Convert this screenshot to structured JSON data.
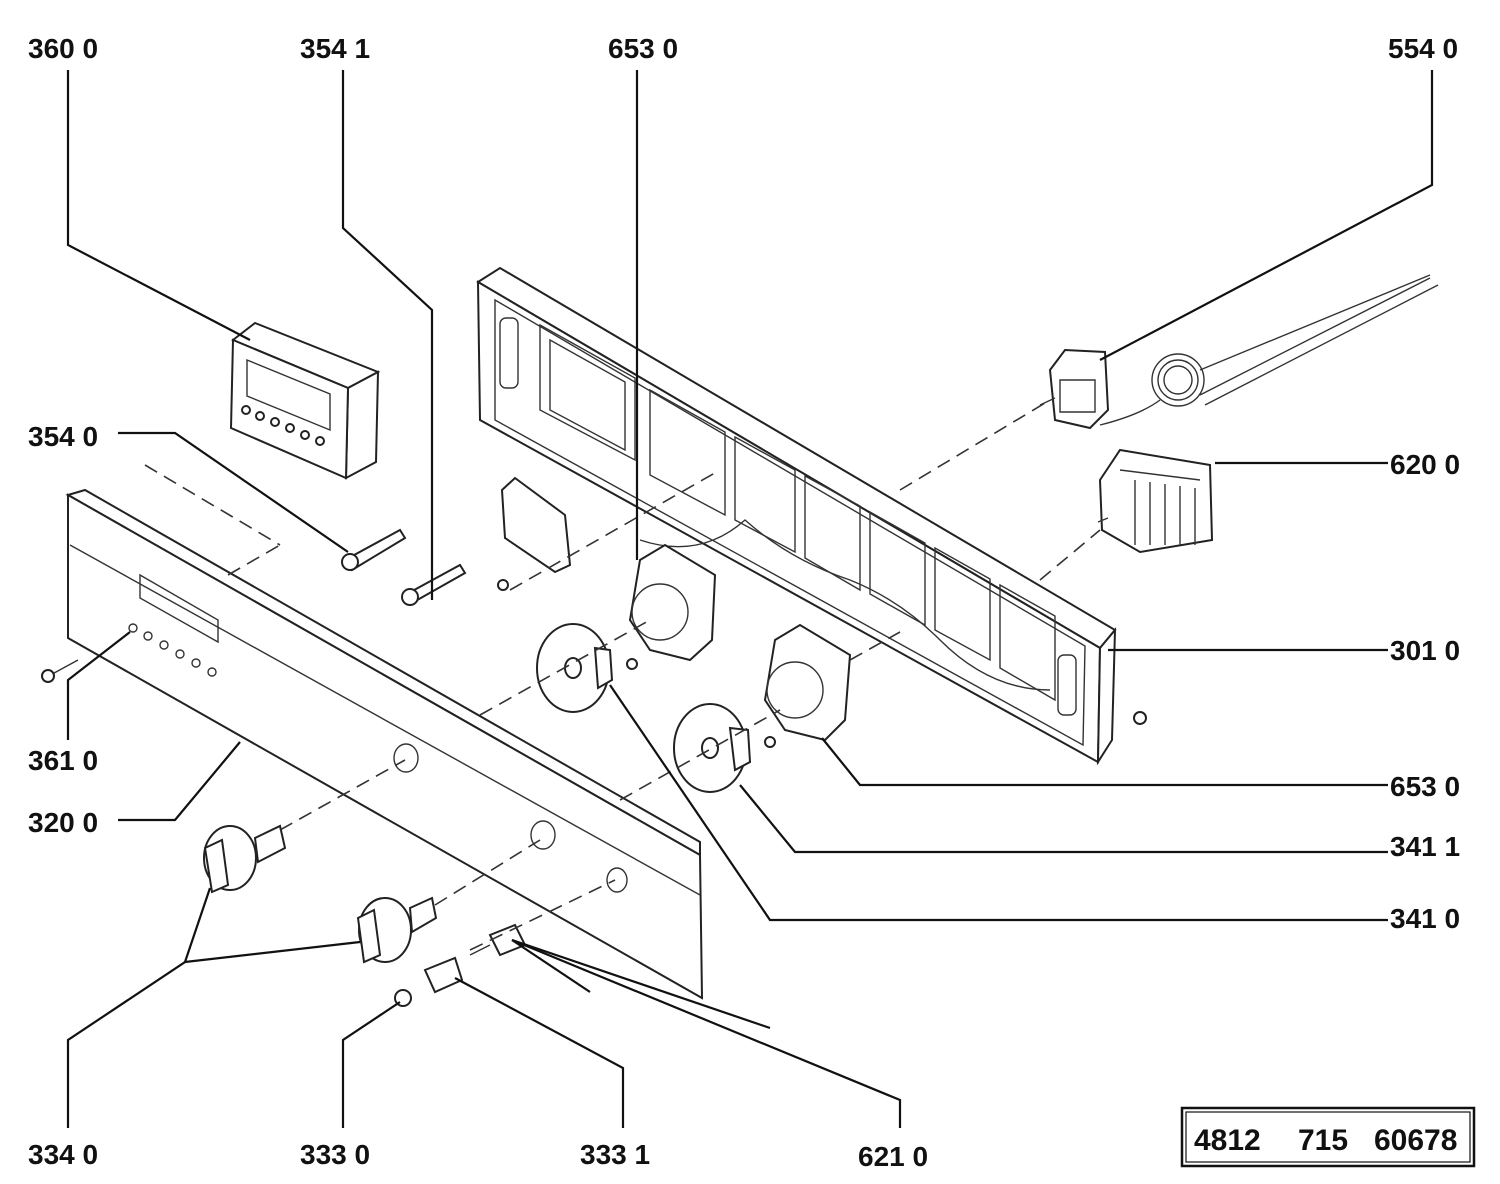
{
  "labels": {
    "l3600": "360 0",
    "l3541": "354 1",
    "l6530_top": "653 0",
    "l5540": "554 0",
    "l3540": "354 0",
    "l6200": "620 0",
    "l3010": "301 0",
    "l3610": "361 0",
    "l3200": "320 0",
    "l6530_right": "653 0",
    "l3411": "341 1",
    "l3410": "341 0",
    "l3340": "334 0",
    "l3330": "333 0",
    "l3331": "333 1",
    "l6210": "621 0"
  },
  "drawing_code": {
    "part1": "4812",
    "part2": "715",
    "part3": "60678"
  },
  "colors": {
    "ink": "#111111",
    "paper": "#ffffff"
  }
}
